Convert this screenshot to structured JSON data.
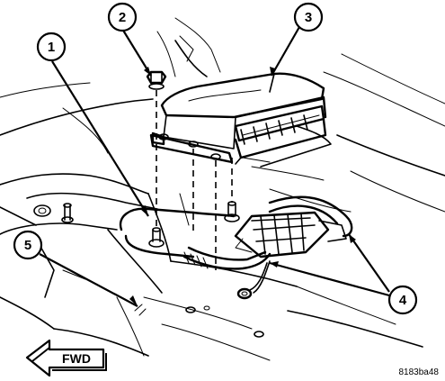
{
  "callouts": [
    {
      "id": "callout-1",
      "label": "1"
    },
    {
      "id": "callout-2",
      "label": "2"
    },
    {
      "id": "callout-3",
      "label": "3"
    },
    {
      "id": "callout-4",
      "label": "4"
    },
    {
      "id": "callout-5",
      "label": "5"
    }
  ],
  "direction_arrow": {
    "label": "FWD"
  },
  "figure_id": "8183ba48"
}
